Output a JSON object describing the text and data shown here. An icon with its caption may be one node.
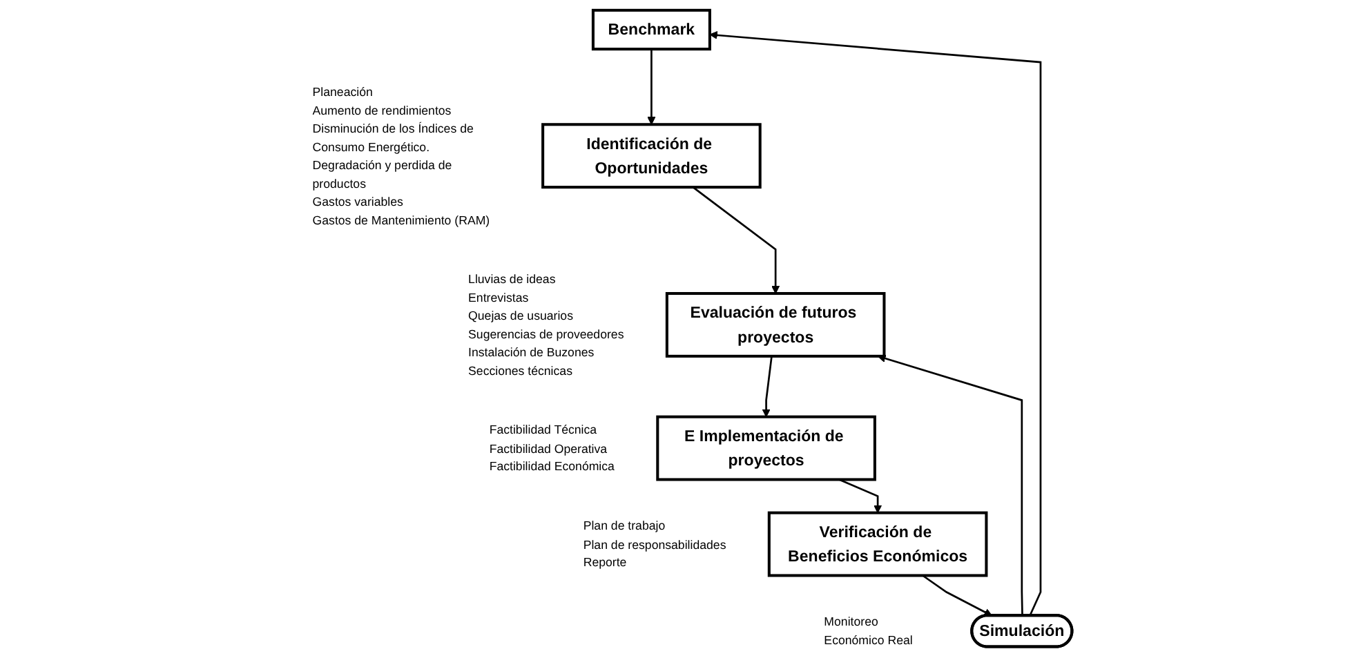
{
  "diagram": {
    "nodes": [
      {
        "text": [
          "Benchmark"
        ],
        "beside": [
          "Planeación",
          "Aumento de rendimientos",
          "Disminución de los Índices de Consumo Energético.",
          "Degradación y perdida de productos",
          "Gastos variables",
          "Gastos de Mantenimiento (RAM)"
        ]
      },
      {
        "text": [
          "Identificación de Oportunidades"
        ],
        "beside": [
          "Lluvias de ideas",
          "Entrevistas",
          "Quejas de usuarios",
          "Sugerencias de proveedores",
          "Instalación de Buzones",
          "Secciones técnicas"
        ]
      },
      {
        "text": [
          "Evaluación de futuros proyectos"
        ],
        "beside": [
          "Factibilidad Técnica",
          "Factibilidad Operativa",
          "Factibilidad Económica"
        ]
      },
      {
        "text": [
          "E Implementación de proyectos"
        ],
        "beside": [
          "Plan de trabajo",
          "Plan de responsabilidades",
          "Reporte"
        ]
      },
      {
        "text": [
          "Verificación de Beneficios Económicos"
        ],
        "beside": [
          "Monitoreo",
          "Económico Real"
        ]
      },
      {
        "text": [
          "Simulación"
        ]
      }
    ],
    "edges": [
      {
        "from": 0,
        "to": 1,
        "arrow": "to"
      },
      {
        "from": 1,
        "to": 2,
        "arrow": "to"
      },
      {
        "from": 2,
        "to": 3,
        "arrow": "to"
      },
      {
        "from": 3,
        "to": 4,
        "arrow": "to"
      },
      {
        "from": 4,
        "to": 5,
        "arrow": "to"
      },
      {
        "from": 5,
        "to": 0,
        "arrow": "to"
      },
      {
        "from": 5,
        "to": 2,
        "arrow": "to"
      }
    ]
  }
}
